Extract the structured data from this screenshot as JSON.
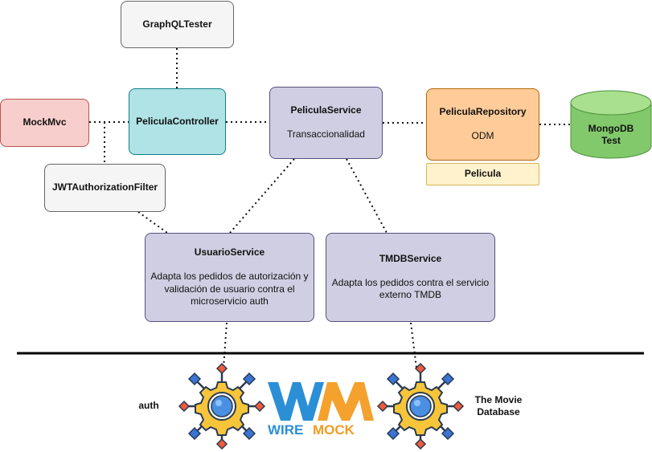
{
  "nodes": {
    "graphql_tester": "GraphQLTester",
    "mock_mvc": "MockMvc",
    "pelicula_controller": "PeliculaController",
    "pelicula_service": {
      "title": "PeliculaService",
      "subtitle": "Transaccionalidad"
    },
    "pelicula_repository": {
      "title": "PeliculaRepository",
      "subtitle": "ODM"
    },
    "pelicula": "Pelicula",
    "mongodb": {
      "line1": "MongoDB",
      "line2": "Test"
    },
    "jwt_filter": "JWTAuthorizationFilter",
    "usuario_service": {
      "title": "UsuarioService",
      "description": "Adapta los pedidos de autorización y validación de usuario contra el microservicio auth"
    },
    "tmdb_service": {
      "title": "TMDBService",
      "description": "Adapta los pedidos contra el servicio externo TMDB"
    }
  },
  "external": {
    "auth_label": "auth",
    "tmdb_label_line1": "The Movie",
    "tmdb_label_line2": "Database"
  },
  "logo": {
    "wm": "WM",
    "wire": "WIRE",
    "mock": "MOCK"
  },
  "colors": {
    "gray": "#f5f5f5",
    "red": "#f8cecc",
    "cyan": "#b0e3e6",
    "lavender": "#d0cee2",
    "orange": "#ffcc99",
    "yellow": "#fff2cc",
    "green": "#82c96b",
    "logo_blue": "#2b8fd6",
    "logo_orange": "#f39c22"
  }
}
